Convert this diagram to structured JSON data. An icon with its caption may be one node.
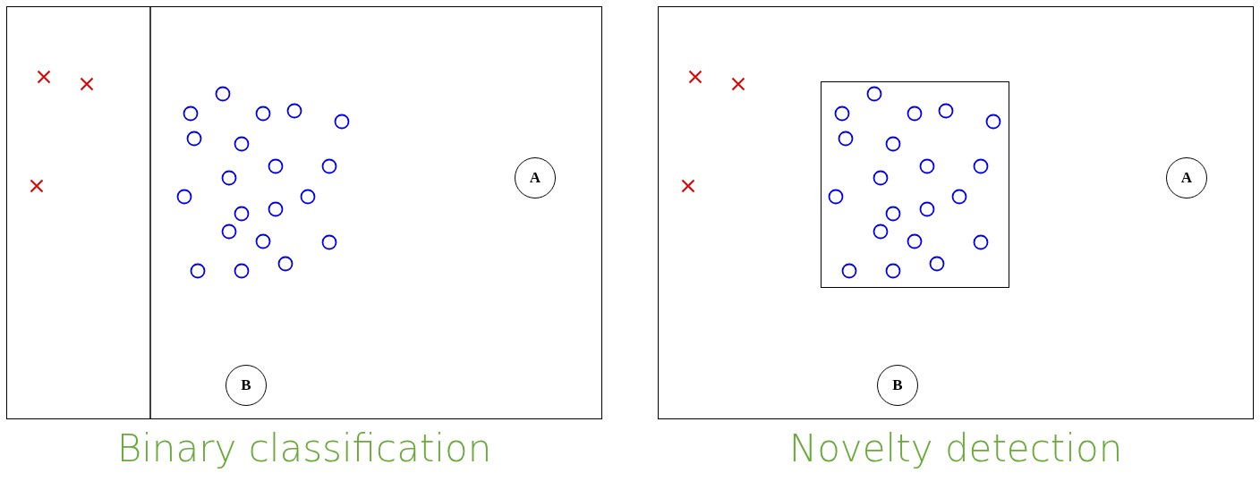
{
  "diagram": {
    "nodes": [
      {
        "text": [
          "Binary classification"
        ]
      },
      {
        "text": [
          "A"
        ],
        "in": 0
      },
      {
        "text": [
          "B"
        ],
        "in": 0
      },
      {
        "text": [
          "Novelty detection"
        ]
      },
      {
        "text": [],
        "shape": "box",
        "in": 3
      },
      {
        "text": [
          "A"
        ],
        "in": 3
      },
      {
        "text": [
          "B"
        ],
        "in": 3
      }
    ]
  }
}
